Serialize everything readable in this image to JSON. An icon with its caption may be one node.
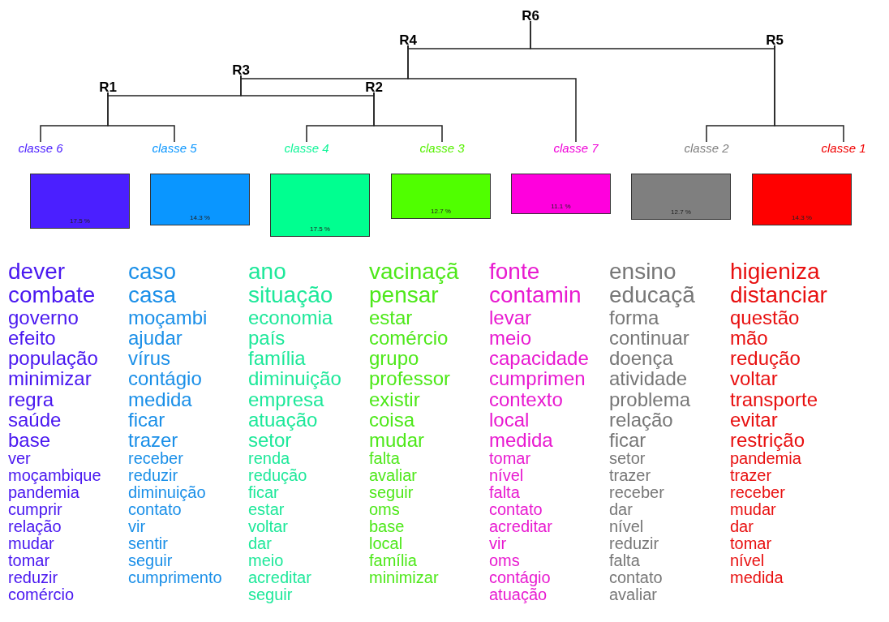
{
  "diagram": {
    "nodes": [
      {
        "text": [
          "R6"
        ]
      },
      {
        "text": [
          "R4"
        ]
      },
      {
        "text": [
          "R5"
        ]
      },
      {
        "text": [
          "R3"
        ]
      },
      {
        "text": [
          "R1"
        ]
      },
      {
        "text": [
          "R2"
        ]
      },
      {
        "text": [
          "classe  6"
        ]
      },
      {
        "text": [
          "classe  5"
        ]
      },
      {
        "text": [
          "classe  4"
        ]
      },
      {
        "text": [
          "classe  3"
        ]
      },
      {
        "text": [
          "classe  7"
        ]
      },
      {
        "text": [
          "classe  2"
        ]
      },
      {
        "text": [
          "classe  1"
        ]
      },
      {
        "text": [
          "17.5 %"
        ],
        "beside": [
          "dever",
          "combate",
          "governo",
          "efeito",
          "população",
          "minimizar",
          "regra",
          "saúde",
          "base",
          "ver",
          "moçambique",
          "pandemia",
          "cumprir",
          "relação",
          "mudar",
          "tomar",
          "reduzir",
          "comércio"
        ]
      },
      {
        "text": [
          "14.3 %"
        ],
        "beside": [
          "caso",
          "casa",
          "moçambi",
          "ajudar",
          "vírus",
          "contágio",
          "medida",
          "ficar",
          "trazer",
          "receber",
          "reduzir",
          "diminuição",
          "contato",
          "vir",
          "sentir",
          "seguir",
          "cumprimento"
        ]
      },
      {
        "text": [
          "17.5 %"
        ],
        "beside": [
          "ano",
          "situação",
          "economia",
          "país",
          "família",
          "diminuição",
          "empresa",
          "atuação",
          "setor",
          "renda",
          "redução",
          "ficar",
          "estar",
          "voltar",
          "dar",
          "meio",
          "acreditar",
          "seguir"
        ]
      },
      {
        "text": [
          "12.7 %"
        ],
        "beside": [
          "vacinaçã",
          "pensar",
          "estar",
          "comércio",
          "grupo",
          "professor",
          "existir",
          "coisa",
          "mudar",
          "falta",
          "avaliar",
          "seguir",
          "oms",
          "base",
          "local",
          "família",
          "minimizar"
        ]
      },
      {
        "text": [
          "11.1 %"
        ],
        "beside": [
          "fonte",
          "contamin",
          "levar",
          "meio",
          "capacidade",
          "cumprimen",
          "contexto",
          "local",
          "medida",
          "tomar",
          "nível",
          "falta",
          "contato",
          "acreditar",
          "vir",
          "oms",
          "contágio",
          "atuação"
        ]
      },
      {
        "text": [
          "12.7 %"
        ],
        "beside": [
          "ensino",
          "educaçã",
          "forma",
          "continuar",
          "doença",
          "atividade",
          "problema",
          "relação",
          "ficar",
          "setor",
          "trazer",
          "receber",
          "dar",
          "nível",
          "reduzir",
          "falta",
          "contato",
          "avaliar"
        ]
      },
      {
        "text": [
          "14.3 %"
        ],
        "beside": [
          "higieniza",
          "distanciar",
          "questão",
          "mão",
          "redução",
          "voltar",
          "transporte",
          "evitar",
          "restrição",
          "pandemia",
          "trazer",
          "receber",
          "mudar",
          "dar",
          "tomar",
          "nível",
          "medida"
        ]
      }
    ],
    "edges": [
      {
        "from": 0,
        "to": 1,
        "arrow": "none"
      },
      {
        "from": 0,
        "to": 2,
        "arrow": "none"
      },
      {
        "from": 1,
        "to": 3,
        "arrow": "none"
      },
      {
        "from": 1,
        "to": 10,
        "arrow": "none"
      },
      {
        "from": 3,
        "to": 4,
        "arrow": "none"
      },
      {
        "from": 3,
        "to": 5,
        "arrow": "none"
      },
      {
        "from": 4,
        "to": 6,
        "arrow": "none"
      },
      {
        "from": 4,
        "to": 7,
        "arrow": "none"
      },
      {
        "from": 5,
        "to": 8,
        "arrow": "none"
      },
      {
        "from": 5,
        "to": 9,
        "arrow": "none"
      },
      {
        "from": 2,
        "to": 11,
        "arrow": "none"
      },
      {
        "from": 2,
        "to": 12,
        "arrow": "none"
      }
    ]
  }
}
